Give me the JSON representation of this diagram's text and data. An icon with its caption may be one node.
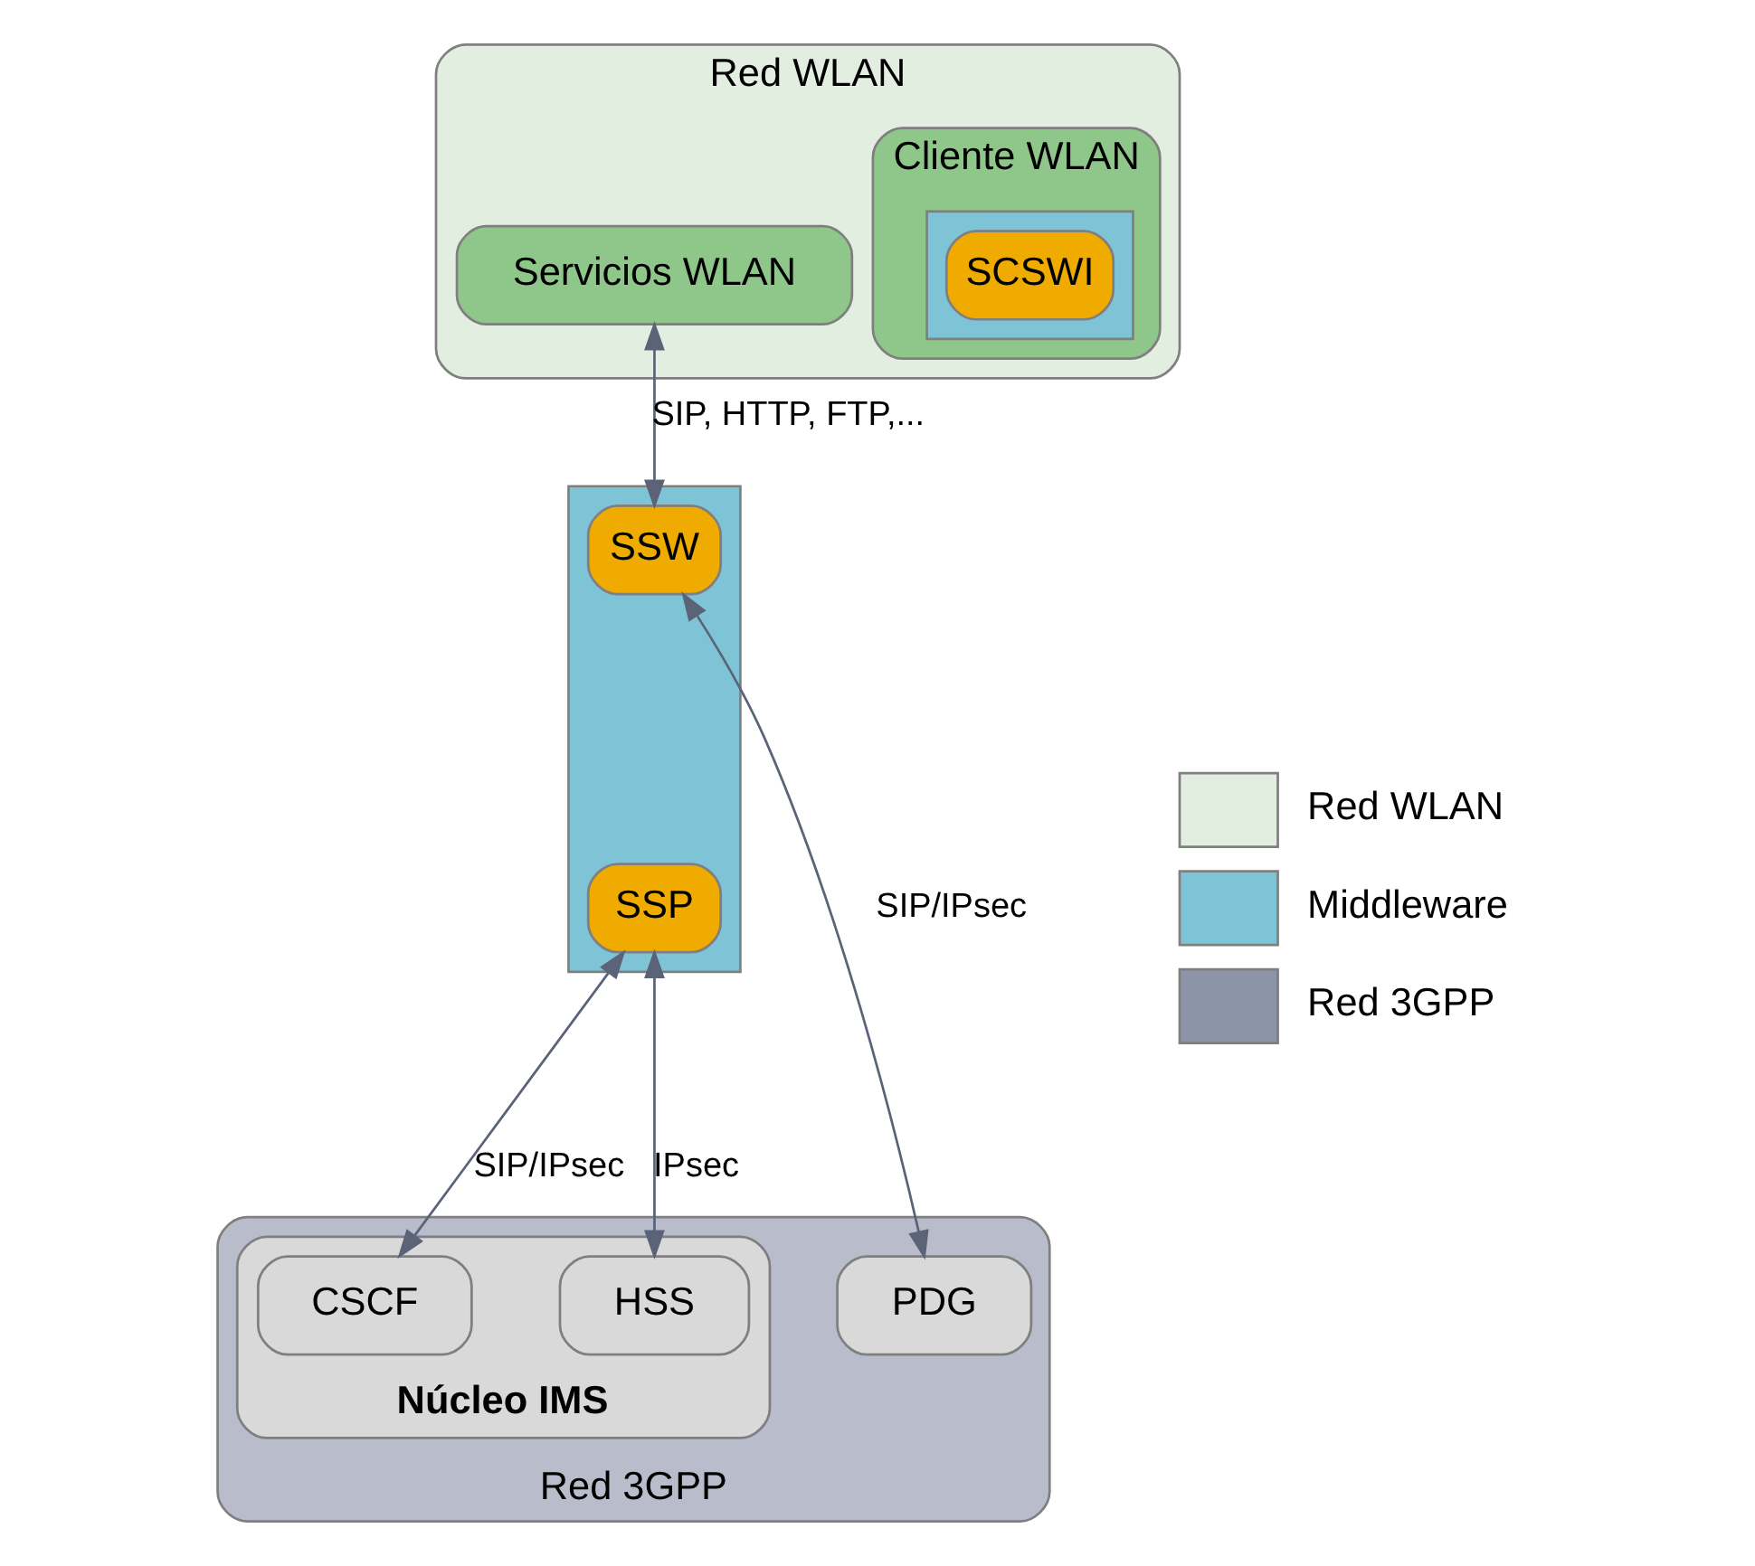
{
  "diagram": {
    "nodes": [
      {
        "text": [
          "Red WLAN"
        ]
      },
      {
        "text": [
          "Servicios WLAN"
        ],
        "in": 0
      },
      {
        "text": [
          "Cliente WLAN"
        ],
        "in": 0
      },
      {
        "text": [],
        "shape": "box",
        "in": 2
      },
      {
        "text": [
          "SCSWI"
        ],
        "in": 3
      },
      {
        "text": [],
        "shape": "box"
      },
      {
        "text": [
          "SSW"
        ],
        "in": 5
      },
      {
        "text": [
          "SSP"
        ],
        "in": 5
      },
      {
        "text": [
          "Red 3GPP"
        ]
      },
      {
        "text": [
          "PDG"
        ],
        "in": 8
      },
      {
        "text": [
          "Núcleo IMS"
        ],
        "in": 8
      },
      {
        "text": [
          "CSCF"
        ],
        "in": 10
      },
      {
        "text": [
          "HSS"
        ],
        "in": 10
      }
    ],
    "edges": [
      {
        "from": 1,
        "to": 6,
        "arrow": "both",
        "label": "SIP, HTTP, FTP,..."
      },
      {
        "from": 6,
        "to": 9,
        "arrow": "both",
        "label": "SIP/IPsec"
      },
      {
        "from": 7,
        "to": 11,
        "arrow": "both",
        "label": "SIP/IPsec"
      },
      {
        "from": 7,
        "to": 12,
        "arrow": "both",
        "label": "IPsec"
      }
    ],
    "legend": [
      {
        "text": "Red WLAN",
        "color": "#e2efe0"
      },
      {
        "text": "Middleware",
        "color": "#7fc4d6"
      },
      {
        "text": "Red 3GPP",
        "color": "#8c94aa"
      }
    ]
  }
}
